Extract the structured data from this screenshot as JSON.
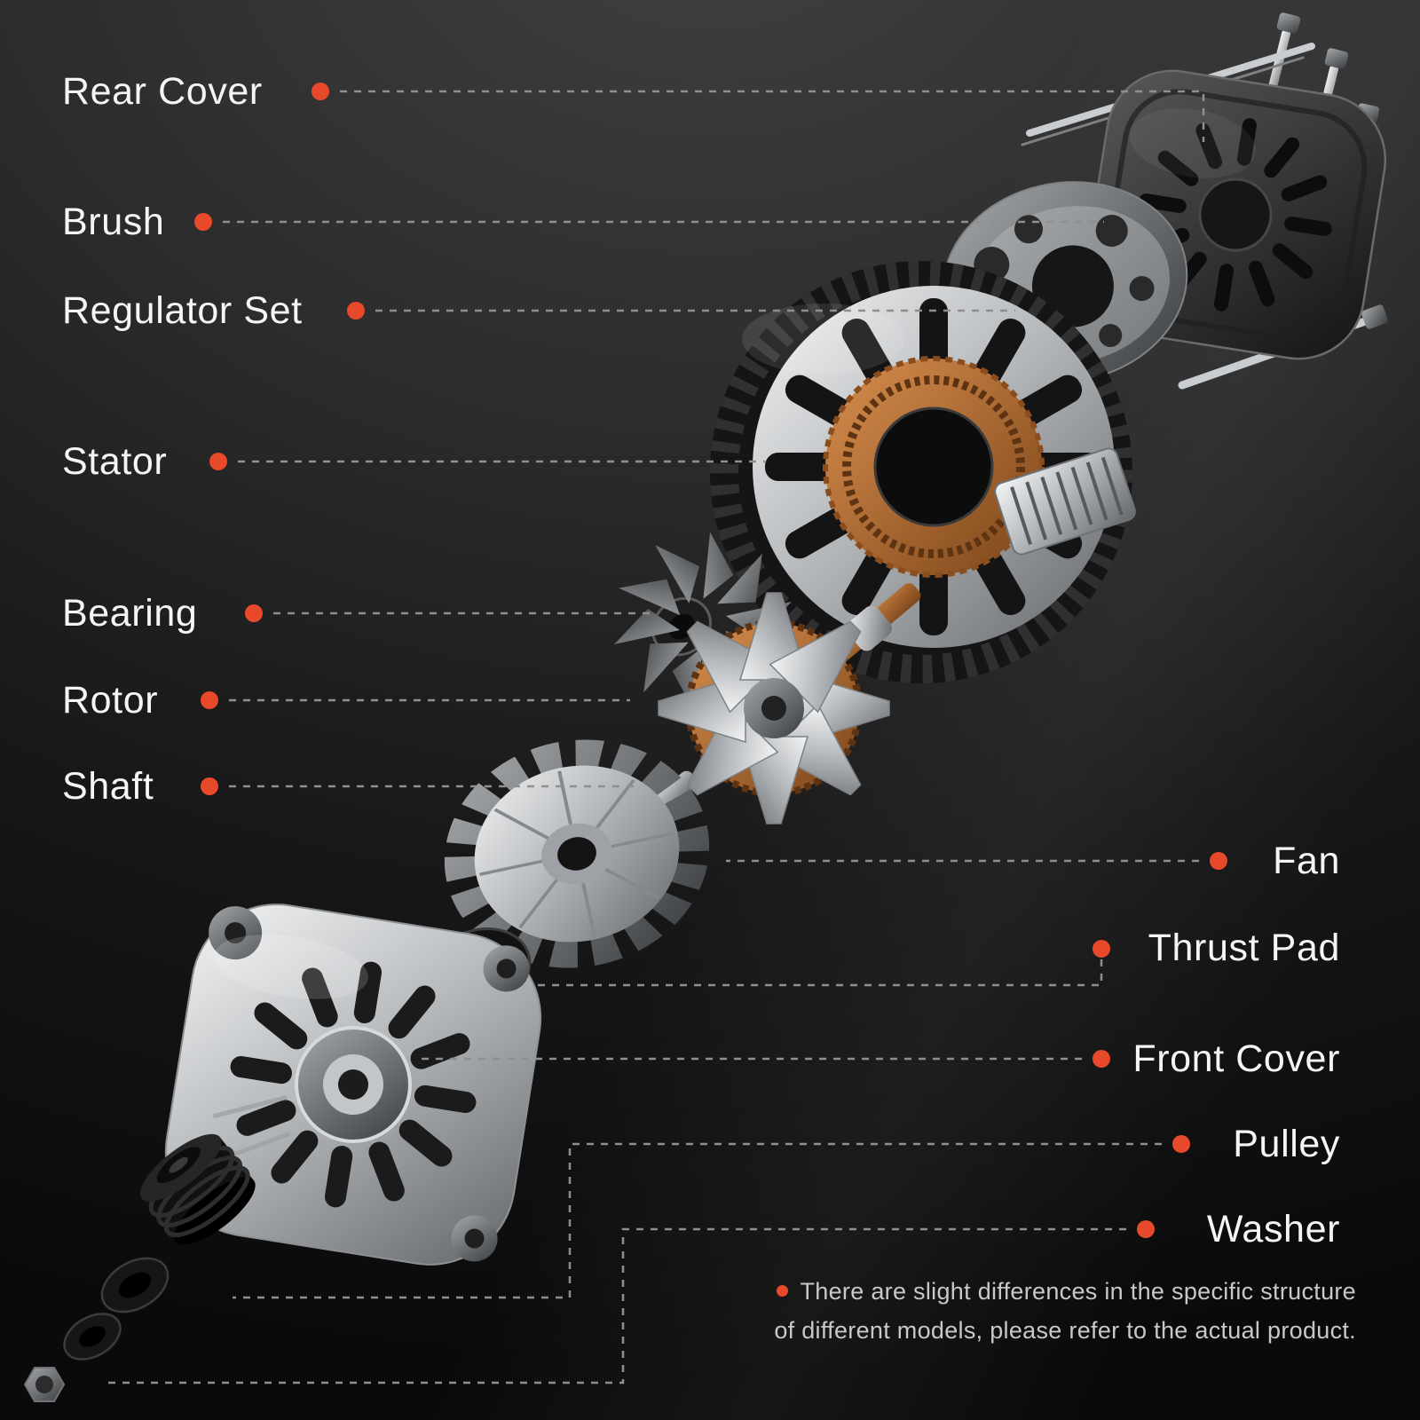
{
  "colors": {
    "accent": "#e8492b",
    "label_text": "#f5f5f5",
    "note_text": "#c8c8c8",
    "leader_line": "#8f8f8f",
    "background_top": "#414141",
    "background_bottom": "#0a0a0a"
  },
  "labels_left": [
    {
      "name": "Rear Cover"
    },
    {
      "name": "Brush"
    },
    {
      "name": "Regulator Set"
    },
    {
      "name": "Stator"
    },
    {
      "name": "Bearing"
    },
    {
      "name": "Rotor"
    },
    {
      "name": "Shaft"
    }
  ],
  "labels_right": [
    {
      "name": "Fan"
    },
    {
      "name": "Thrust Pad"
    },
    {
      "name": "Front Cover"
    },
    {
      "name": "Pulley"
    },
    {
      "name": "Washer"
    }
  ],
  "note": {
    "line1": "There are slight differences in the specific structure",
    "line2": "of different models, please refer to the actual product."
  }
}
